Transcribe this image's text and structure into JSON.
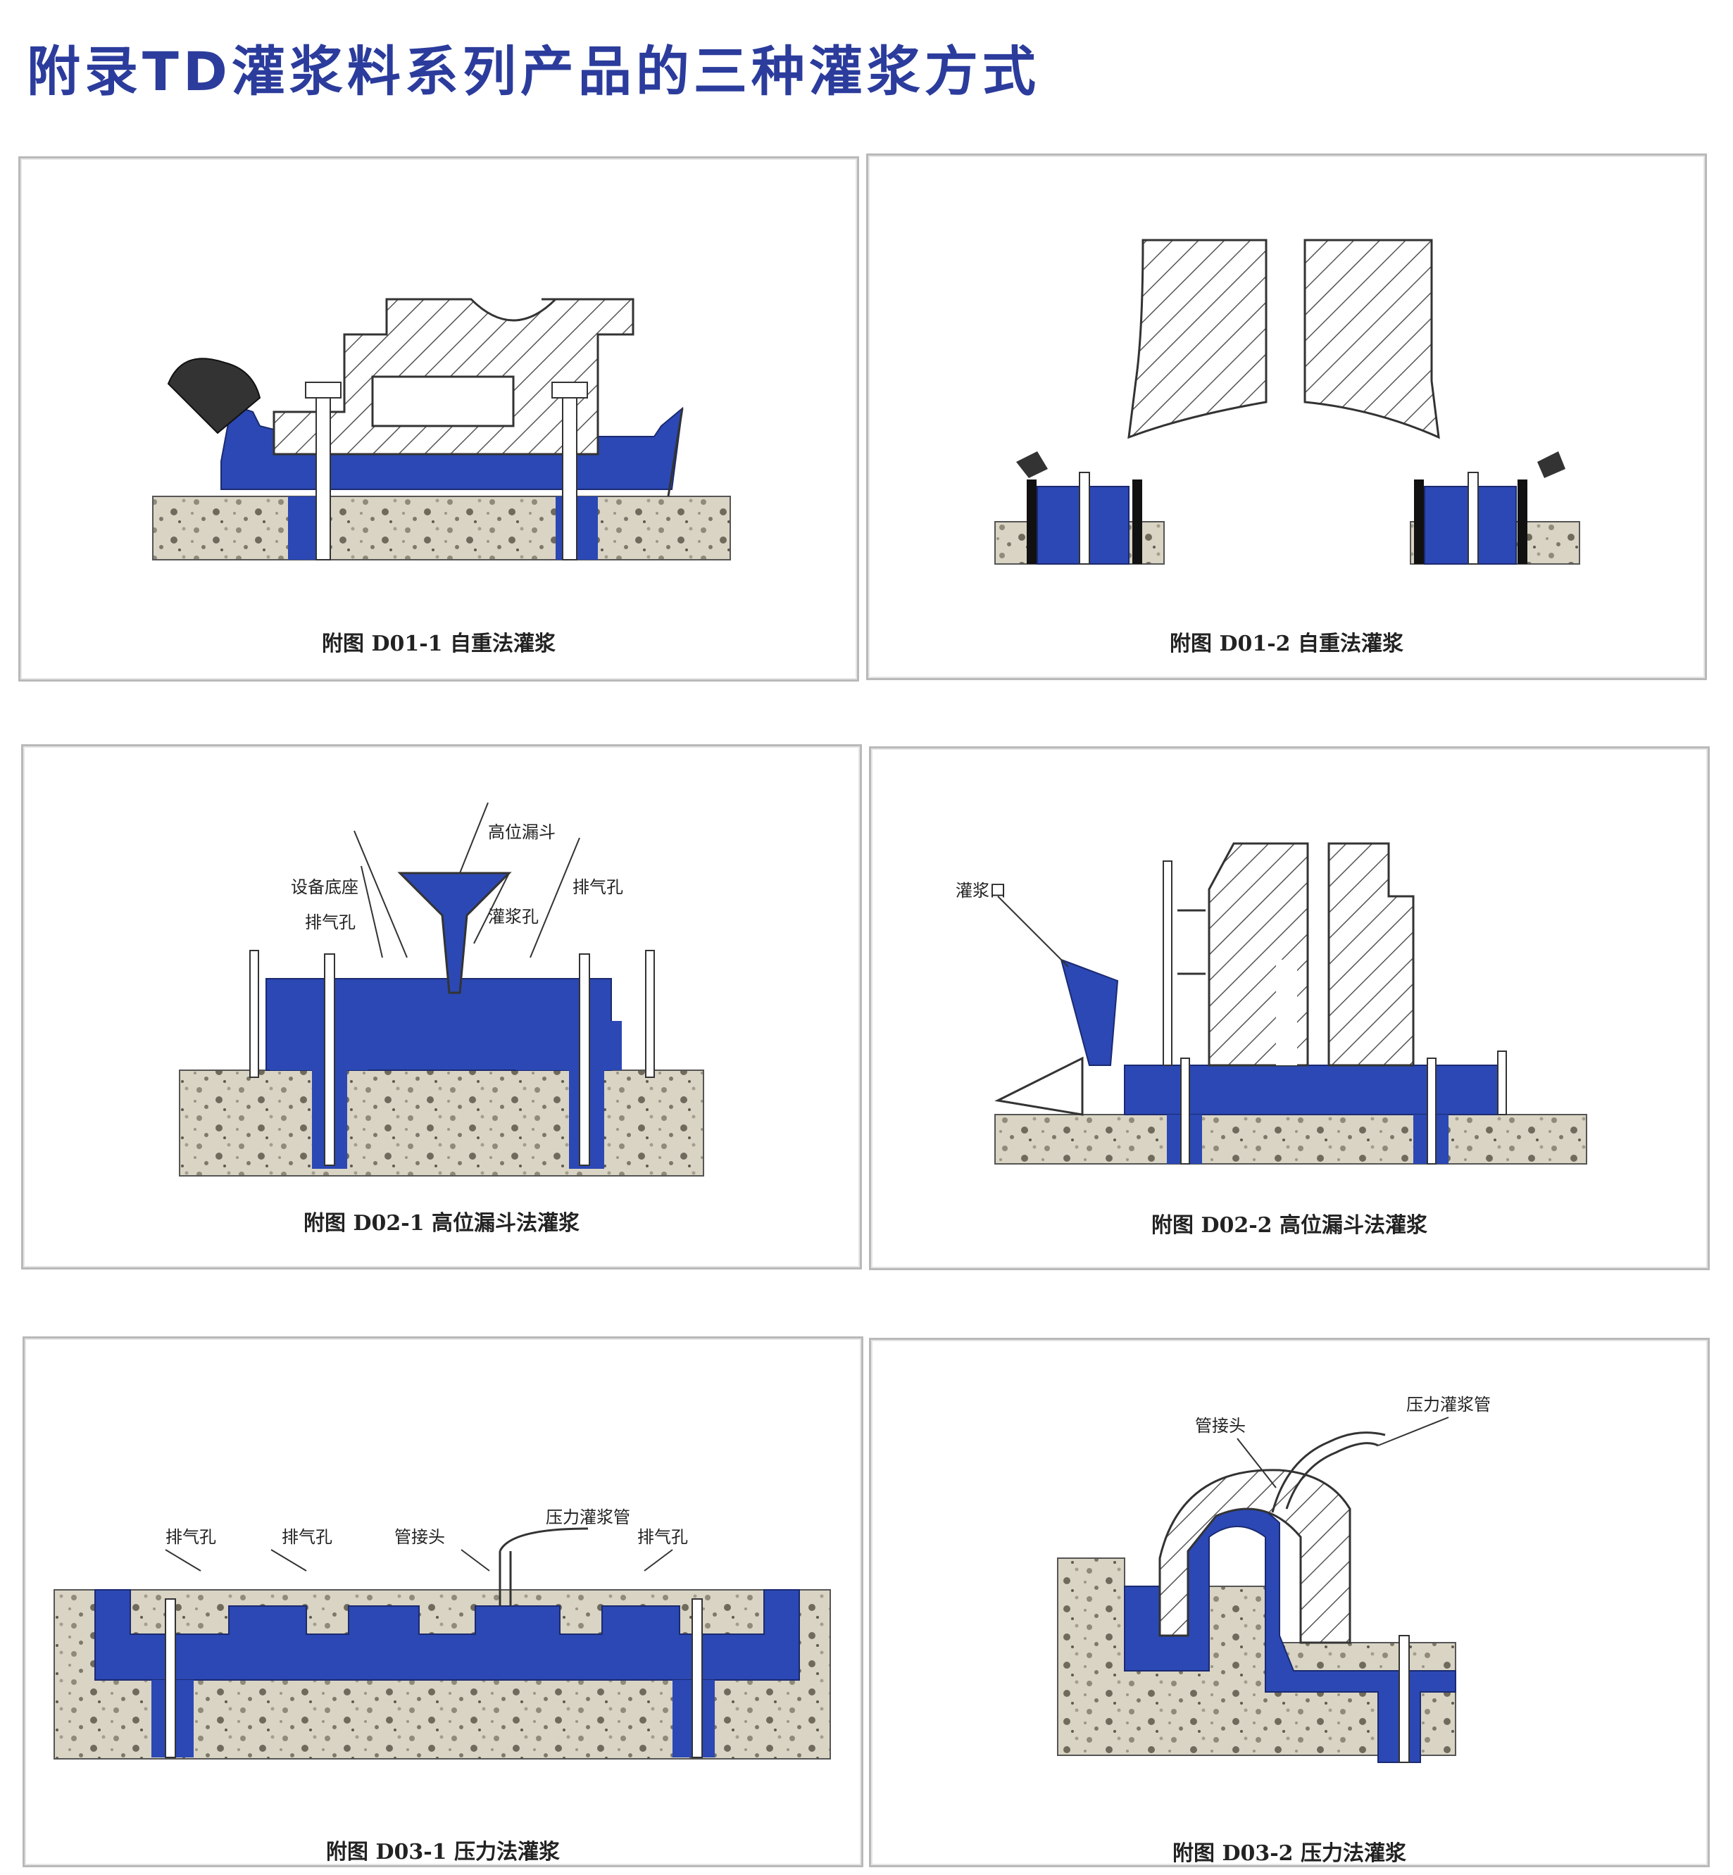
{
  "title": "附录TD灌浆料系列产品的三种灌浆方式",
  "colors": {
    "grout_blue": "#2b48b4",
    "title_blue": "#2b3c9c",
    "concrete": "#d9d4c4"
  },
  "panels": [
    {
      "caption": "附图 D01-1 自重法灌浆",
      "labels": []
    },
    {
      "caption": "附图 D01-2 自重法灌浆",
      "labels": []
    },
    {
      "caption": "附图 D02-1 高位漏斗法灌浆",
      "labels": [
        "高位漏斗",
        "设备底座",
        "排气孔",
        "灌浆孔",
        "排气孔"
      ]
    },
    {
      "caption": "附图 D02-2 高位漏斗法灌浆",
      "labels": [
        "灌浆口"
      ]
    },
    {
      "caption": "附图 D03-1 压力法灌浆",
      "labels": [
        "排气孔",
        "排气孔",
        "管接头",
        "压力灌浆管",
        "排气孔"
      ]
    },
    {
      "caption": "附图 D03-2 压力法灌浆",
      "labels": [
        "管接头",
        "压力灌浆管"
      ]
    }
  ]
}
